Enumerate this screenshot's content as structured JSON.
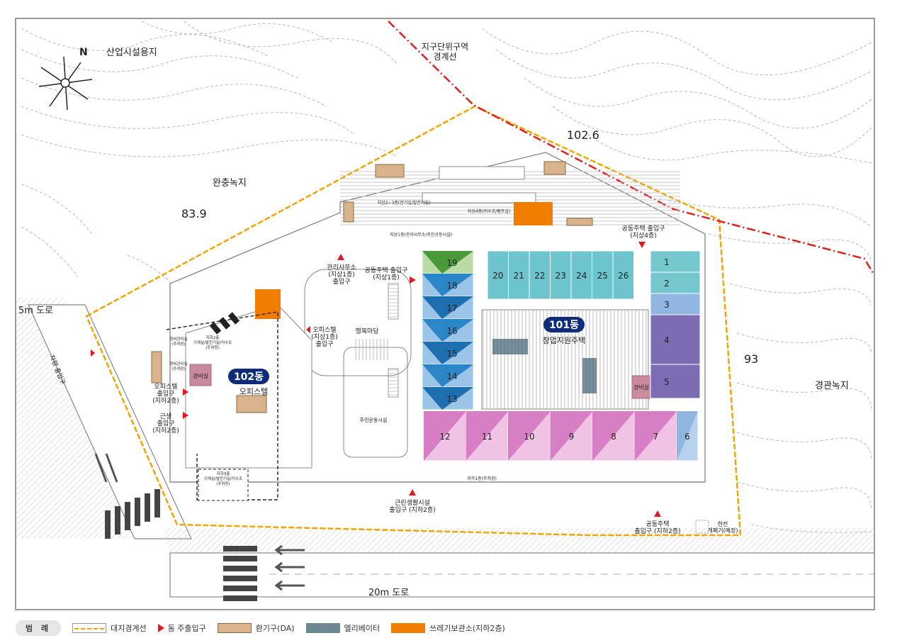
{
  "map": {
    "labels": {
      "industrial": "산업시설용지",
      "district": "지구단위구역\n경계선",
      "elev_1026": "102.6",
      "buffer": "완충녹지",
      "elev_839": "83.9",
      "road5": "5m 도로",
      "car_entry": "차량 출입구",
      "elev_93": "93",
      "landscape": "경관녹지",
      "road20": "20m 도로",
      "b101_badge": "101동",
      "b101_name": "창업지원주택",
      "b102_badge": "102동",
      "b102_name": "오피스텔",
      "mgmt_office": "관리사무소\n(지상1층)\n출입구",
      "apt_entry_g1": "공동주택 출입구\n(지상1층)",
      "apt_entry_g4": "공동주택 출입구\n(지상4층)",
      "office_entry_g1": "오피스텔\n(지상1층)\n출입구",
      "happy_yard": "행복마당",
      "residents": "주민운동시설",
      "guard1": "경비실",
      "guard2": "경비실",
      "office_entry_b2": "오피스텔\n출입구\n(지하2층)",
      "nb_entry_b2": "근생\n출입구\n(지하2층)",
      "neighborhood_entry": "근린생활시설\n출입구 (지하2층)",
      "apt_entry_b2": "공동주택\n출입구 (지하2층)",
      "kepco": "한전\n개폐기(예정)",
      "ug1_mgmt": "지상1층(관리사무소/주민공동시설)",
      "ug_elec": "지상2~3층(전기실/발전기실)",
      "ug4_water": "지상4층(저수조/펌프실)",
      "ug1_parking": "지하1층(주차장)",
      "b2_facility": "지하2층\n기계실/발전기실/저수조\n(주차장)",
      "b3_facility": "지하3층\n기계실/발전기실/저수조\n(주차장)",
      "small_a": "정비관리실\n(주차장)",
      "small_b": "정비관리실\n(주차장)"
    },
    "units_right_col": [
      "1",
      "2",
      "3",
      "4",
      "5"
    ],
    "units_top_row": [
      "20",
      "21",
      "22",
      "23",
      "24",
      "25",
      "26"
    ],
    "units_left_col": [
      "19",
      "18",
      "17",
      "16",
      "15",
      "14",
      "13"
    ],
    "units_bottom_row": [
      "12",
      "11",
      "10",
      "9",
      "8",
      "7",
      "6"
    ],
    "colors": {
      "boundary": "#f0a500",
      "district_line": "#e0201c",
      "entry_arrow": "#e8171d",
      "teal": "#6cc4cc",
      "purple": "#7c6cb4",
      "pink": "#d77fc4",
      "blue_light": "#8fb6e0",
      "green": "#6ab04c",
      "navy_badge": "#0e2c7a",
      "orange_trash": "#f07c00",
      "vent": "#d9b38c",
      "elevator": "#4a6a78"
    }
  },
  "legend": {
    "title": "범 례",
    "boundary": "대지경계선",
    "entry": "동 주출입구",
    "vent": "환기구(DA)",
    "elevator": "엘리베이터",
    "trash": "쓰레기보관소(지하2층)"
  }
}
